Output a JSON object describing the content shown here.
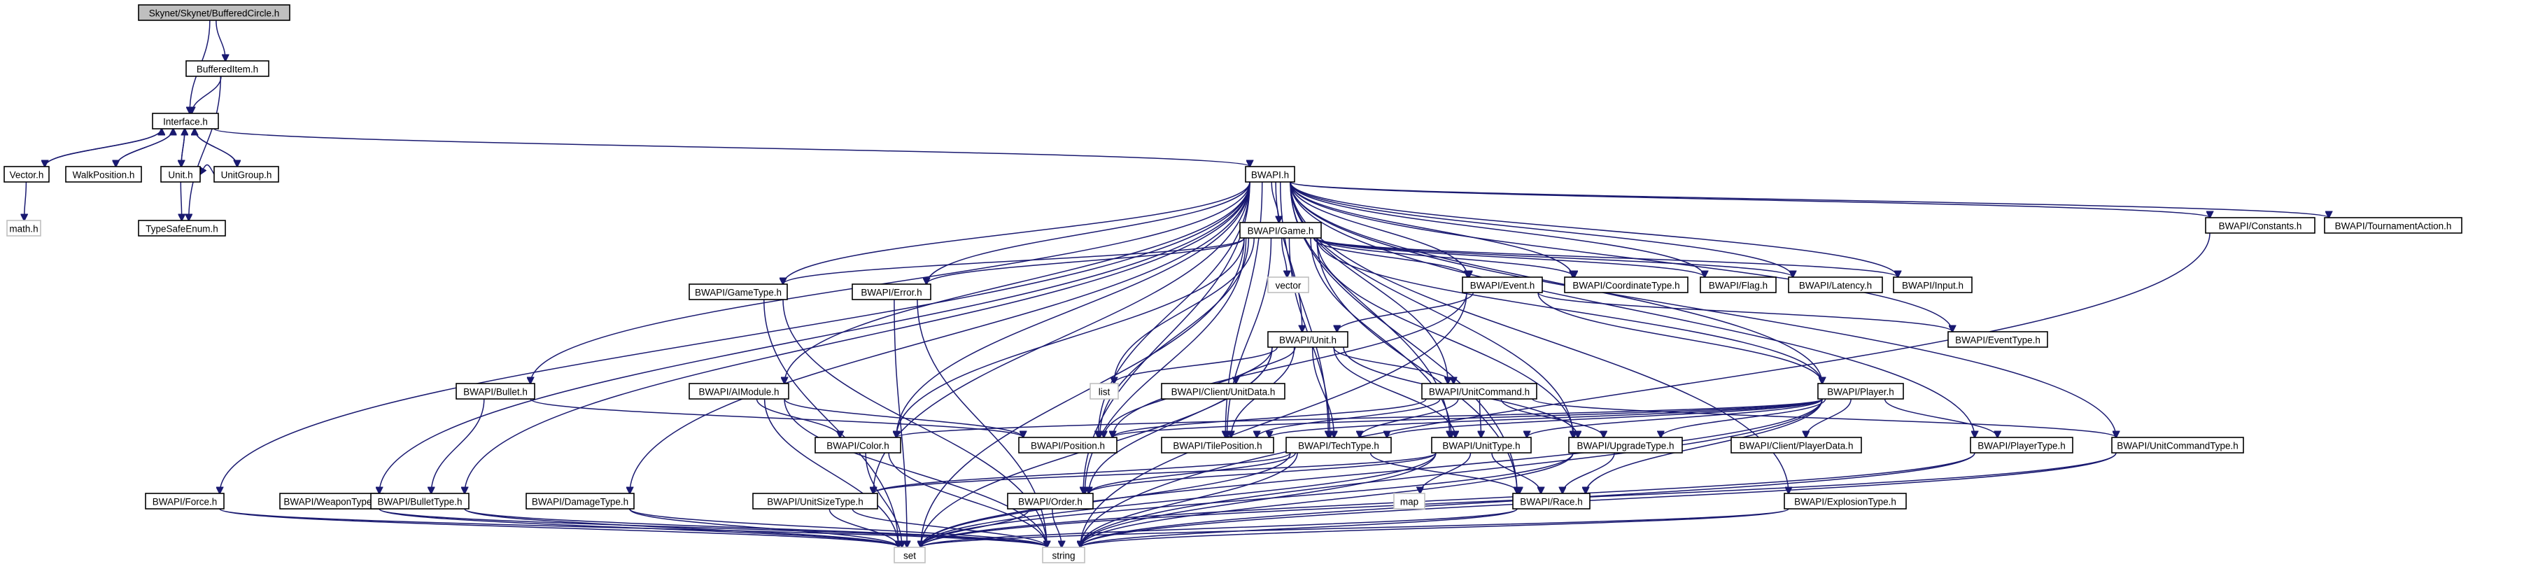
{
  "diagram": {
    "title": "",
    "edge_color": "#191970",
    "root_fill": "#bfbfbf",
    "node_border": "#000000",
    "external_border": "#bfbfbf",
    "nodes": [
      {
        "id": "root",
        "label": "Skynet/Skynet/BufferedCircle.h",
        "kind": "root"
      },
      {
        "id": "bufferedItem",
        "label": "BufferedItem.h",
        "kind": "file"
      },
      {
        "id": "interface",
        "label": "Interface.h",
        "kind": "file"
      },
      {
        "id": "vector",
        "label": "Vector.h",
        "kind": "file"
      },
      {
        "id": "walkPosition",
        "label": "WalkPosition.h",
        "kind": "file"
      },
      {
        "id": "unit",
        "label": "Unit.h",
        "kind": "file"
      },
      {
        "id": "unitGroup",
        "label": "UnitGroup.h",
        "kind": "file"
      },
      {
        "id": "math",
        "label": "math.h",
        "kind": "external"
      },
      {
        "id": "typeSafeEnum",
        "label": "TypeSafeEnum.h",
        "kind": "file"
      },
      {
        "id": "bwapi",
        "label": "BWAPI.h",
        "kind": "file"
      },
      {
        "id": "game",
        "label": "BWAPI/Game.h",
        "kind": "file"
      },
      {
        "id": "vectorStd",
        "label": "vector",
        "kind": "external"
      },
      {
        "id": "event",
        "label": "BWAPI/Event.h",
        "kind": "file"
      },
      {
        "id": "coordinateType",
        "label": "BWAPI/CoordinateType.h",
        "kind": "file"
      },
      {
        "id": "flag",
        "label": "BWAPI/Flag.h",
        "kind": "file"
      },
      {
        "id": "latency",
        "label": "BWAPI/Latency.h",
        "kind": "file"
      },
      {
        "id": "input",
        "label": "BWAPI/Input.h",
        "kind": "file"
      },
      {
        "id": "constants",
        "label": "BWAPI/Constants.h",
        "kind": "file"
      },
      {
        "id": "tournamentAction",
        "label": "BWAPI/TournamentAction.h",
        "kind": "file"
      },
      {
        "id": "gameType",
        "label": "BWAPI/GameType.h",
        "kind": "file"
      },
      {
        "id": "error",
        "label": "BWAPI/Error.h",
        "kind": "file"
      },
      {
        "id": "eventType",
        "label": "BWAPI/EventType.h",
        "kind": "file"
      },
      {
        "id": "bwUnit",
        "label": "BWAPI/Unit.h",
        "kind": "file"
      },
      {
        "id": "list",
        "label": "list",
        "kind": "external"
      },
      {
        "id": "clientUnitData",
        "label": "BWAPI/Client/UnitData.h",
        "kind": "file"
      },
      {
        "id": "bullet",
        "label": "BWAPI/Bullet.h",
        "kind": "file"
      },
      {
        "id": "aiModule",
        "label": "BWAPI/AIModule.h",
        "kind": "file"
      },
      {
        "id": "unitCommand",
        "label": "BWAPI/UnitCommand.h",
        "kind": "file"
      },
      {
        "id": "player",
        "label": "BWAPI/Player.h",
        "kind": "file"
      },
      {
        "id": "color",
        "label": "BWAPI/Color.h",
        "kind": "file"
      },
      {
        "id": "position",
        "label": "BWAPI/Position.h",
        "kind": "file"
      },
      {
        "id": "tilePosition",
        "label": "BWAPI/TilePosition.h",
        "kind": "file"
      },
      {
        "id": "techType",
        "label": "BWAPI/TechType.h",
        "kind": "file"
      },
      {
        "id": "unitType",
        "label": "BWAPI/UnitType.h",
        "kind": "file"
      },
      {
        "id": "upgradeType",
        "label": "BWAPI/UpgradeType.h",
        "kind": "file"
      },
      {
        "id": "clientPlayerData",
        "label": "BWAPI/Client/PlayerData.h",
        "kind": "file"
      },
      {
        "id": "playerType",
        "label": "BWAPI/PlayerType.h",
        "kind": "file"
      },
      {
        "id": "unitCommandType",
        "label": "BWAPI/UnitCommandType.h",
        "kind": "file"
      },
      {
        "id": "force",
        "label": "BWAPI/Force.h",
        "kind": "file"
      },
      {
        "id": "weaponType",
        "label": "BWAPI/WeaponType.h",
        "kind": "file"
      },
      {
        "id": "bulletType",
        "label": "BWAPI/BulletType.h",
        "kind": "file"
      },
      {
        "id": "damageType",
        "label": "BWAPI/DamageType.h",
        "kind": "file"
      },
      {
        "id": "unitSizeType",
        "label": "BWAPI/UnitSizeType.h",
        "kind": "file"
      },
      {
        "id": "order",
        "label": "BWAPI/Order.h",
        "kind": "file"
      },
      {
        "id": "map",
        "label": "map",
        "kind": "external"
      },
      {
        "id": "race",
        "label": "BWAPI/Race.h",
        "kind": "file"
      },
      {
        "id": "explosionType",
        "label": "BWAPI/ExplosionType.h",
        "kind": "file"
      },
      {
        "id": "set",
        "label": "set",
        "kind": "external"
      },
      {
        "id": "string",
        "label": "string",
        "kind": "external"
      }
    ],
    "edges": [
      [
        "root",
        "bufferedItem"
      ],
      [
        "root",
        "interface"
      ],
      [
        "bufferedItem",
        "interface"
      ],
      [
        "bufferedItem",
        "typeSafeEnum"
      ],
      [
        "interface",
        "vector"
      ],
      [
        "interface",
        "walkPosition"
      ],
      [
        "interface",
        "unit"
      ],
      [
        "interface",
        "unitGroup"
      ],
      [
        "interface",
        "bwapi"
      ],
      [
        "vector",
        "interface"
      ],
      [
        "vector",
        "math"
      ],
      [
        "walkPosition",
        "interface"
      ],
      [
        "unit",
        "interface"
      ],
      [
        "unit",
        "typeSafeEnum"
      ],
      [
        "unitGroup",
        "interface"
      ],
      [
        "unitGroup",
        "unit"
      ],
      [
        "bwapi",
        "game"
      ],
      [
        "bwapi",
        "event"
      ],
      [
        "bwapi",
        "coordinateType"
      ],
      [
        "bwapi",
        "flag"
      ],
      [
        "bwapi",
        "latency"
      ],
      [
        "bwapi",
        "input"
      ],
      [
        "bwapi",
        "constants"
      ],
      [
        "bwapi",
        "tournamentAction"
      ],
      [
        "bwapi",
        "gameType"
      ],
      [
        "bwapi",
        "error"
      ],
      [
        "bwapi",
        "eventType"
      ],
      [
        "bwapi",
        "bwUnit"
      ],
      [
        "bwapi",
        "bullet"
      ],
      [
        "bwapi",
        "aiModule"
      ],
      [
        "bwapi",
        "unitCommand"
      ],
      [
        "bwapi",
        "player"
      ],
      [
        "bwapi",
        "color"
      ],
      [
        "bwapi",
        "position"
      ],
      [
        "bwapi",
        "tilePosition"
      ],
      [
        "bwapi",
        "techType"
      ],
      [
        "bwapi",
        "unitType"
      ],
      [
        "bwapi",
        "upgradeType"
      ],
      [
        "bwapi",
        "playerType"
      ],
      [
        "bwapi",
        "unitCommandType"
      ],
      [
        "bwapi",
        "force"
      ],
      [
        "bwapi",
        "weaponType"
      ],
      [
        "bwapi",
        "bulletType"
      ],
      [
        "bwapi",
        "damageType"
      ],
      [
        "bwapi",
        "unitSizeType"
      ],
      [
        "bwapi",
        "order"
      ],
      [
        "bwapi",
        "race"
      ],
      [
        "bwapi",
        "explosionType"
      ],
      [
        "game",
        "vectorStd"
      ],
      [
        "game",
        "event"
      ],
      [
        "game",
        "coordinateType"
      ],
      [
        "game",
        "flag"
      ],
      [
        "game",
        "latency"
      ],
      [
        "game",
        "input"
      ],
      [
        "game",
        "gameType"
      ],
      [
        "game",
        "error"
      ],
      [
        "game",
        "list"
      ],
      [
        "game",
        "color"
      ],
      [
        "game",
        "position"
      ],
      [
        "game",
        "tilePosition"
      ],
      [
        "game",
        "unitType"
      ],
      [
        "game",
        "techType"
      ],
      [
        "game",
        "upgradeType"
      ],
      [
        "game",
        "race"
      ],
      [
        "game",
        "order"
      ],
      [
        "game",
        "player"
      ],
      [
        "game",
        "set"
      ],
      [
        "event",
        "bwUnit"
      ],
      [
        "event",
        "player"
      ],
      [
        "event",
        "eventType"
      ],
      [
        "event",
        "position"
      ],
      [
        "event",
        "string"
      ],
      [
        "gameType",
        "set"
      ],
      [
        "gameType",
        "string"
      ],
      [
        "error",
        "set"
      ],
      [
        "error",
        "string"
      ],
      [
        "bwUnit",
        "list"
      ],
      [
        "bwUnit",
        "clientUnitData"
      ],
      [
        "bwUnit",
        "unitCommand"
      ],
      [
        "bwUnit",
        "position"
      ],
      [
        "bwUnit",
        "tilePosition"
      ],
      [
        "bwUnit",
        "unitType"
      ],
      [
        "bwUnit",
        "techType"
      ],
      [
        "bwUnit",
        "upgradeType"
      ],
      [
        "bwUnit",
        "order"
      ],
      [
        "bwUnit",
        "set"
      ],
      [
        "bullet",
        "position"
      ],
      [
        "bullet",
        "bulletType"
      ],
      [
        "aiModule",
        "color"
      ],
      [
        "aiModule",
        "position"
      ],
      [
        "aiModule",
        "set"
      ],
      [
        "aiModule",
        "string"
      ],
      [
        "unitCommand",
        "position"
      ],
      [
        "unitCommand",
        "tilePosition"
      ],
      [
        "unitCommand",
        "techType"
      ],
      [
        "unitCommand",
        "unitType"
      ],
      [
        "unitCommand",
        "upgradeType"
      ],
      [
        "unitCommand",
        "unitCommandType"
      ],
      [
        "player",
        "set"
      ],
      [
        "player",
        "string"
      ],
      [
        "player",
        "race"
      ],
      [
        "player",
        "techType"
      ],
      [
        "player",
        "upgradeType"
      ],
      [
        "player",
        "unitType"
      ],
      [
        "player",
        "tilePosition"
      ],
      [
        "player",
        "color"
      ],
      [
        "player",
        "clientPlayerData"
      ],
      [
        "player",
        "playerType"
      ],
      [
        "player",
        "position"
      ],
      [
        "color",
        "set"
      ],
      [
        "color",
        "string"
      ],
      [
        "techType",
        "set"
      ],
      [
        "techType",
        "string"
      ],
      [
        "techType",
        "race"
      ],
      [
        "techType",
        "order"
      ],
      [
        "techType",
        "unitSizeType"
      ],
      [
        "unitType",
        "map"
      ],
      [
        "unitType",
        "set"
      ],
      [
        "unitType",
        "string"
      ],
      [
        "unitType",
        "race"
      ],
      [
        "unitType",
        "unitSizeType"
      ],
      [
        "unitType",
        "order"
      ],
      [
        "upgradeType",
        "set"
      ],
      [
        "upgradeType",
        "string"
      ],
      [
        "upgradeType",
        "race"
      ],
      [
        "playerType",
        "set"
      ],
      [
        "playerType",
        "string"
      ],
      [
        "unitCommandType",
        "set"
      ],
      [
        "unitCommandType",
        "string"
      ],
      [
        "force",
        "set"
      ],
      [
        "force",
        "string"
      ],
      [
        "weaponType",
        "set"
      ],
      [
        "weaponType",
        "string"
      ],
      [
        "bulletType",
        "set"
      ],
      [
        "bulletType",
        "string"
      ],
      [
        "damageType",
        "set"
      ],
      [
        "damageType",
        "string"
      ],
      [
        "unitSizeType",
        "set"
      ],
      [
        "unitSizeType",
        "string"
      ],
      [
        "order",
        "set"
      ],
      [
        "order",
        "string"
      ],
      [
        "race",
        "set"
      ],
      [
        "race",
        "string"
      ],
      [
        "explosionType",
        "set"
      ],
      [
        "explosionType",
        "string"
      ],
      [
        "constants",
        "string"
      ]
    ]
  }
}
